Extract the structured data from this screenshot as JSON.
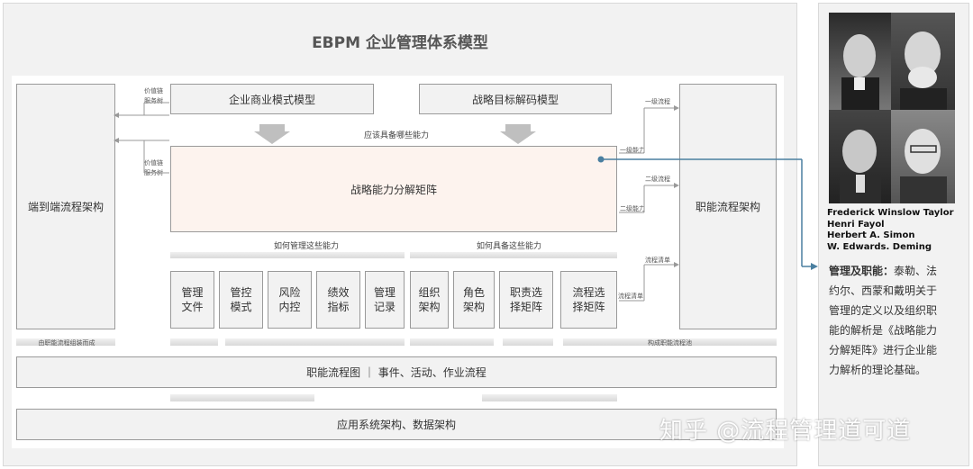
{
  "diagram": {
    "title": "EBPM 企业管理体系模型",
    "left_column": "端到端流程架构",
    "right_column": "职能流程架构",
    "top_left_model": "企业商业模式模型",
    "top_right_model": "战略目标解码模型",
    "capability_question": "应该具备哪些能力",
    "matrix": "战略能力分解矩阵",
    "left_small_labels": [
      {
        "line1": "价值链",
        "line2": "服务树"
      },
      {
        "line1": "价值链",
        "line2": "服务树"
      }
    ],
    "right_small_labels": [
      "一级流程",
      "一级能力",
      "二级流程",
      "二级能力",
      "流程清单",
      "流程清单"
    ],
    "manage_label": "如何管理这些能力",
    "build_label": "如何具备这些能力",
    "manage_boxes": [
      {
        "l1": "管理",
        "l2": "文件"
      },
      {
        "l1": "管控",
        "l2": "模式"
      },
      {
        "l1": "风险",
        "l2": "内控"
      },
      {
        "l1": "绩效",
        "l2": "指标"
      },
      {
        "l1": "管理",
        "l2": "记录"
      }
    ],
    "build_boxes": [
      {
        "l1": "组织",
        "l2": "架构"
      },
      {
        "l1": "角色",
        "l2": "架构"
      },
      {
        "l1": "职责选",
        "l2": "择矩阵"
      },
      {
        "l1": "流程选",
        "l2": "择矩阵"
      }
    ],
    "bottom_left_note": "由职能流程组装而成",
    "bottom_right_note": "构成职能流程池",
    "process_bar": "职能流程图 ｜ 事件、活动、作业流程",
    "system_bar": "应用系统架构、数据架构"
  },
  "side": {
    "names": [
      "Frederick Winslow Taylor",
      "Henri Fayol",
      "Herbert A. Simon",
      "W. Edwards. Deming"
    ],
    "desc_bold": "管理及职能：",
    "desc_lines": [
      "泰勒、法",
      "约尔、西蒙和戴明关于",
      "管理的定义以及组织职",
      "能的解析是《战略能力",
      "分解矩阵》进行企业能",
      "力解析的理论基础。"
    ]
  },
  "watermark": "知乎 @流程管理道可道",
  "colors": {
    "matrix_fill": "#fdf3ee",
    "connector": "#4a7fa0"
  }
}
